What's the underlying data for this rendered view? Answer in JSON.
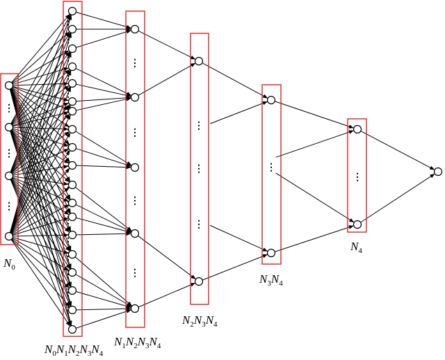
{
  "labels": {
    "layer0": [
      {
        "base": "N",
        "sub": "0"
      }
    ],
    "layer1": [
      {
        "base": "N",
        "sub": "0"
      },
      {
        "base": "N",
        "sub": "1"
      },
      {
        "base": "N",
        "sub": "2"
      },
      {
        "base": "N",
        "sub": "3"
      },
      {
        "base": "N",
        "sub": "4"
      }
    ],
    "layer2": [
      {
        "base": "N",
        "sub": "1"
      },
      {
        "base": "N",
        "sub": "2"
      },
      {
        "base": "N",
        "sub": "3"
      },
      {
        "base": "N",
        "sub": "4"
      }
    ],
    "layer3": [
      {
        "base": "N",
        "sub": "2"
      },
      {
        "base": "N",
        "sub": "3"
      },
      {
        "base": "N",
        "sub": "4"
      }
    ],
    "layer4": [
      {
        "base": "N",
        "sub": "3"
      },
      {
        "base": "N",
        "sub": "4"
      }
    ],
    "layer5": [
      {
        "base": "N",
        "sub": "4"
      }
    ]
  },
  "colors": {
    "box": "#e02020",
    "edge": "#000000"
  },
  "ellipsis": "⋮"
}
